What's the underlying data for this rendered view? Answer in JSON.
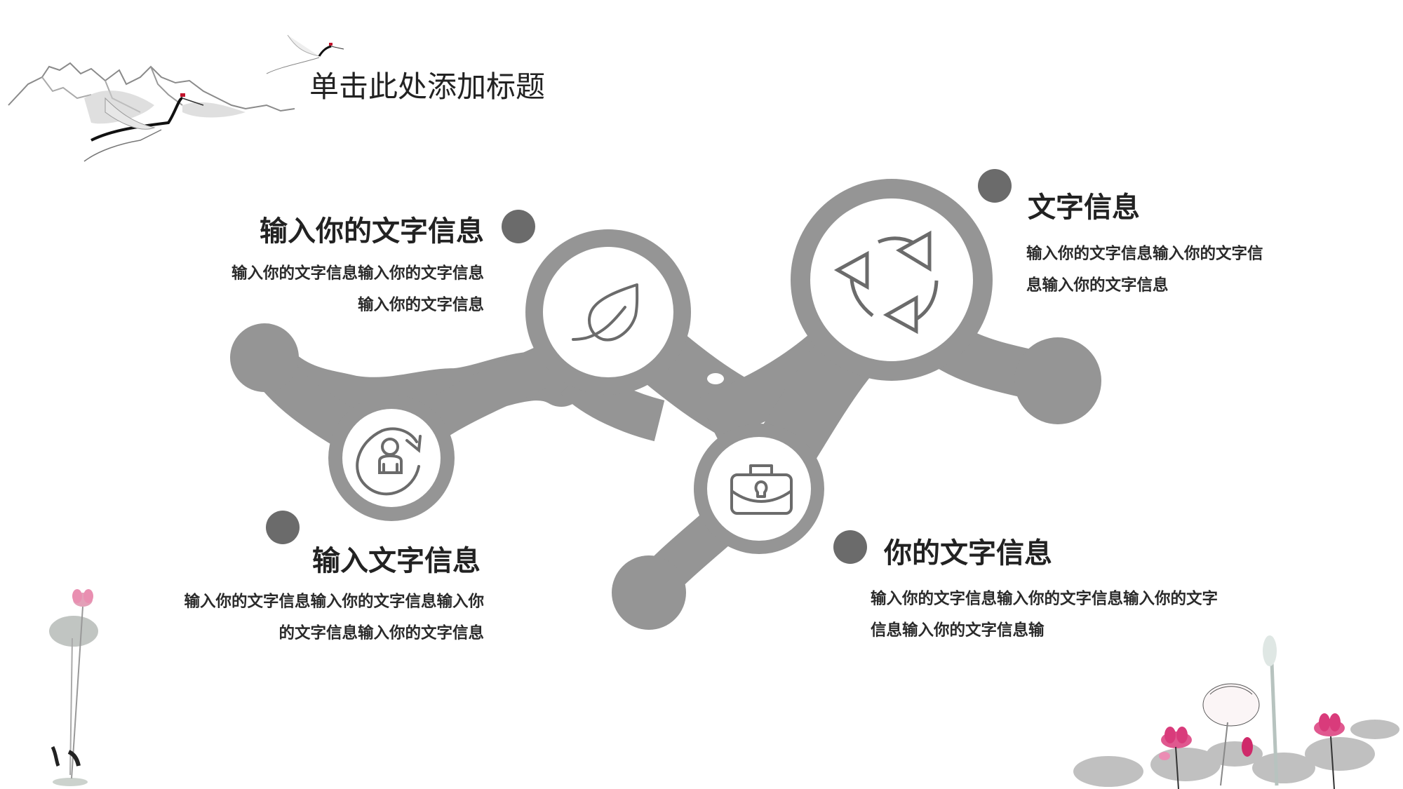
{
  "slide": {
    "title": "单击此处添加标题",
    "colors": {
      "network_grey": "#959595",
      "dot_dark": "#6b6b6b",
      "icon_stroke": "#6b6b6b",
      "text": "#222222",
      "lotus_pink": "#e0588f"
    },
    "items": [
      {
        "id": "top-left",
        "heading": "输入你的文字信息",
        "lines": [
          "输入你的文字信息输入你的文字信息",
          "输入你的文字信息"
        ],
        "icon": "leaf-icon"
      },
      {
        "id": "top-right",
        "heading": "文字信息",
        "lines": [
          "输入你的文字信息输入你的文字信",
          "息输入你的文字信息"
        ],
        "icon": "recycle-icon"
      },
      {
        "id": "bottom-left",
        "heading": "输入文字信息",
        "lines": [
          "输入你的文字信息输入你的文字信息输入你",
          "的文字信息输入你的文字信息"
        ],
        "icon": "user-refresh-icon"
      },
      {
        "id": "bottom-right",
        "heading": "你的文字信息",
        "lines": [
          "输入你的文字信息输入你的文字信息输入你的文字",
          "信息输入你的文字信息输"
        ],
        "icon": "briefcase-icon"
      }
    ],
    "decorations": [
      "mountains-cranes-ink-painting",
      "lotus-fish-ink-painting-left",
      "lotus-pond-ink-painting-right"
    ]
  }
}
